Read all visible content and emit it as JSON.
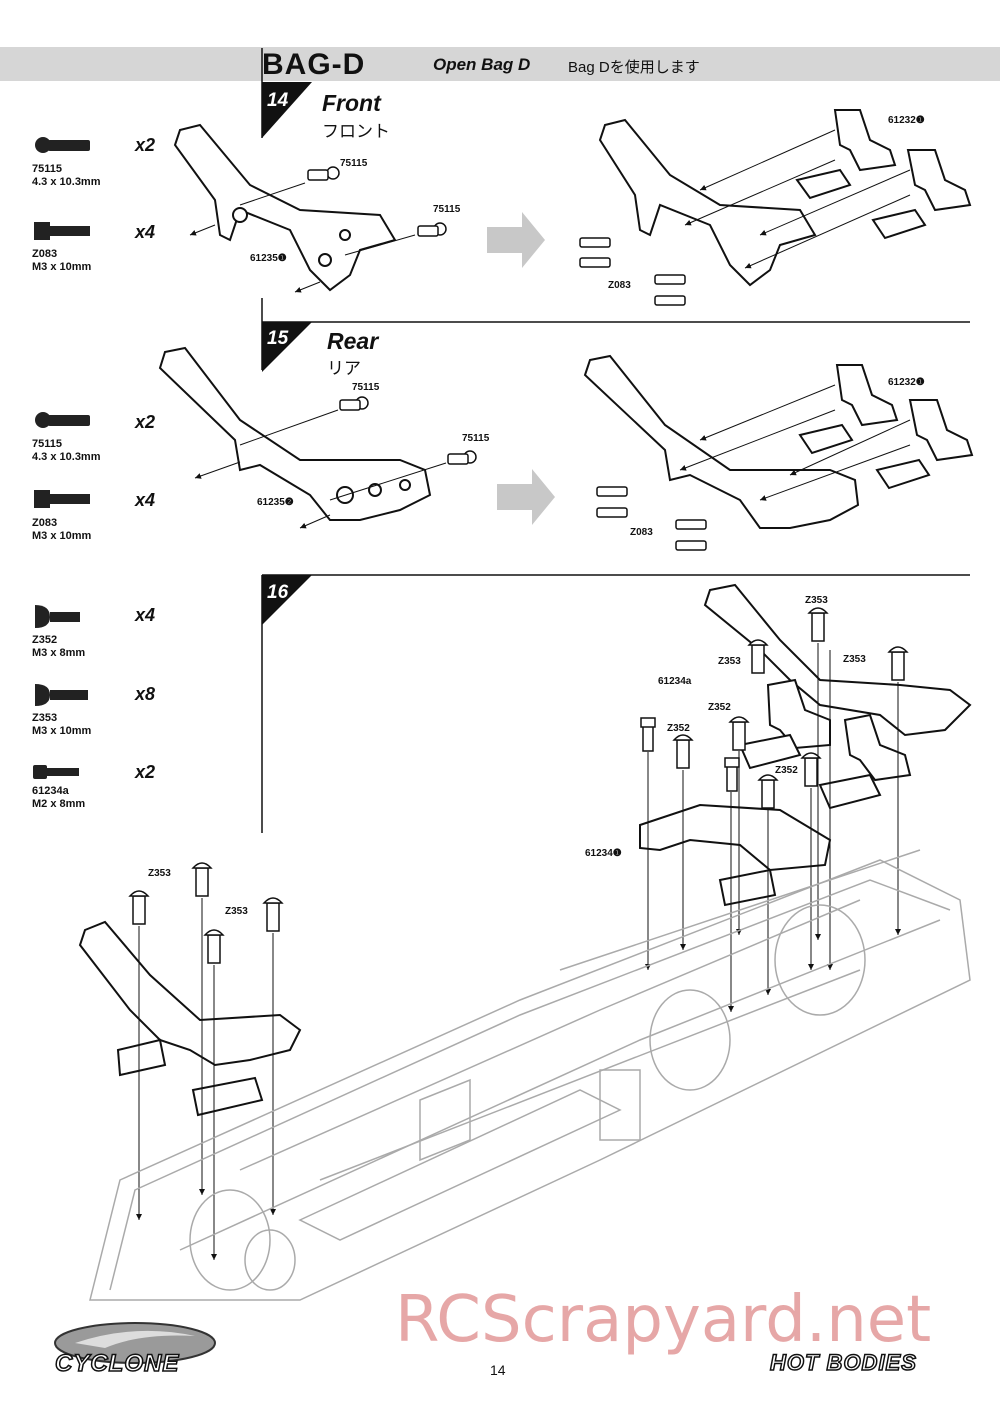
{
  "header": {
    "bag_title": "BAG-D",
    "open_label": "Open Bag D",
    "japanese_label": "Bag Dを使用します"
  },
  "steps": [
    {
      "number": "14",
      "title": "Front",
      "subtitle": "フロント",
      "parts": [
        {
          "code": "75115",
          "size": "4.3 x 10.3mm",
          "qty": "x2"
        },
        {
          "code": "Z083",
          "size": "M3 x 10mm",
          "qty": "x4"
        }
      ],
      "labels": {
        "ballstud_a": "75115",
        "ballstud_b": "75115",
        "tower": "61235❶",
        "mount": "61232❶",
        "screw": "Z083"
      }
    },
    {
      "number": "15",
      "title": "Rear",
      "subtitle": "リア",
      "parts": [
        {
          "code": "75115",
          "size": "4.3 x 10.3mm",
          "qty": "x2"
        },
        {
          "code": "Z083",
          "size": "M3 x 10mm",
          "qty": "x4"
        }
      ],
      "labels": {
        "ballstud_a": "75115",
        "ballstud_b": "75115",
        "tower": "61235❷",
        "mount": "61232❶",
        "screw": "Z083"
      }
    },
    {
      "number": "16",
      "parts": [
        {
          "code": "Z352",
          "size": "M3 x 8mm",
          "qty": "x4"
        },
        {
          "code": "Z353",
          "size": "M3 x 10mm",
          "qty": "x8"
        },
        {
          "code": "61234a",
          "size": "M2 x 8mm",
          "qty": "x2"
        }
      ],
      "labels": {
        "z353_a": "Z353",
        "z353_b": "Z353",
        "z353_c": "Z353",
        "z352_a": "Z352",
        "z352_b": "Z352",
        "z352_c": "Z352",
        "screw_small": "61234a",
        "brace": "61234❶",
        "front_z353_a": "Z353",
        "front_z353_b": "Z353"
      }
    }
  ],
  "footer": {
    "brand_left": "CYCLONE",
    "brand_right": "HOT BODIES",
    "page_number": "14",
    "watermark": "RCScrapyard.net"
  }
}
